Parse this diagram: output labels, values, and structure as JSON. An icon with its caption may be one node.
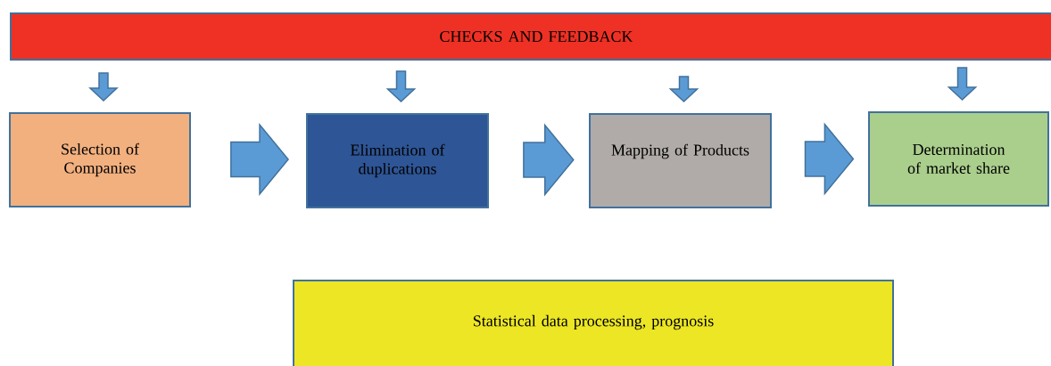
{
  "diagram": {
    "nodes": [
      {
        "text": [
          "CHECKS AND FEEDBACK"
        ]
      },
      {
        "text": [
          "Selection of Companies"
        ]
      },
      {
        "text": [
          "Elimination of duplications"
        ]
      },
      {
        "text": [
          "Mapping of Products"
        ]
      },
      {
        "text": [
          "Determination of market share"
        ]
      },
      {
        "text": [
          "Statistical data processing, prognosis"
        ]
      }
    ],
    "edges": [
      {
        "from": 0,
        "to": 1,
        "arrow": "to"
      },
      {
        "from": 0,
        "to": 2,
        "arrow": "to"
      },
      {
        "from": 0,
        "to": 3,
        "arrow": "to"
      },
      {
        "from": 0,
        "to": 4,
        "arrow": "to"
      },
      {
        "from": 1,
        "to": 2,
        "arrow": "to"
      },
      {
        "from": 2,
        "to": 3,
        "arrow": "to"
      },
      {
        "from": 3,
        "to": 4,
        "arrow": "to"
      }
    ]
  }
}
